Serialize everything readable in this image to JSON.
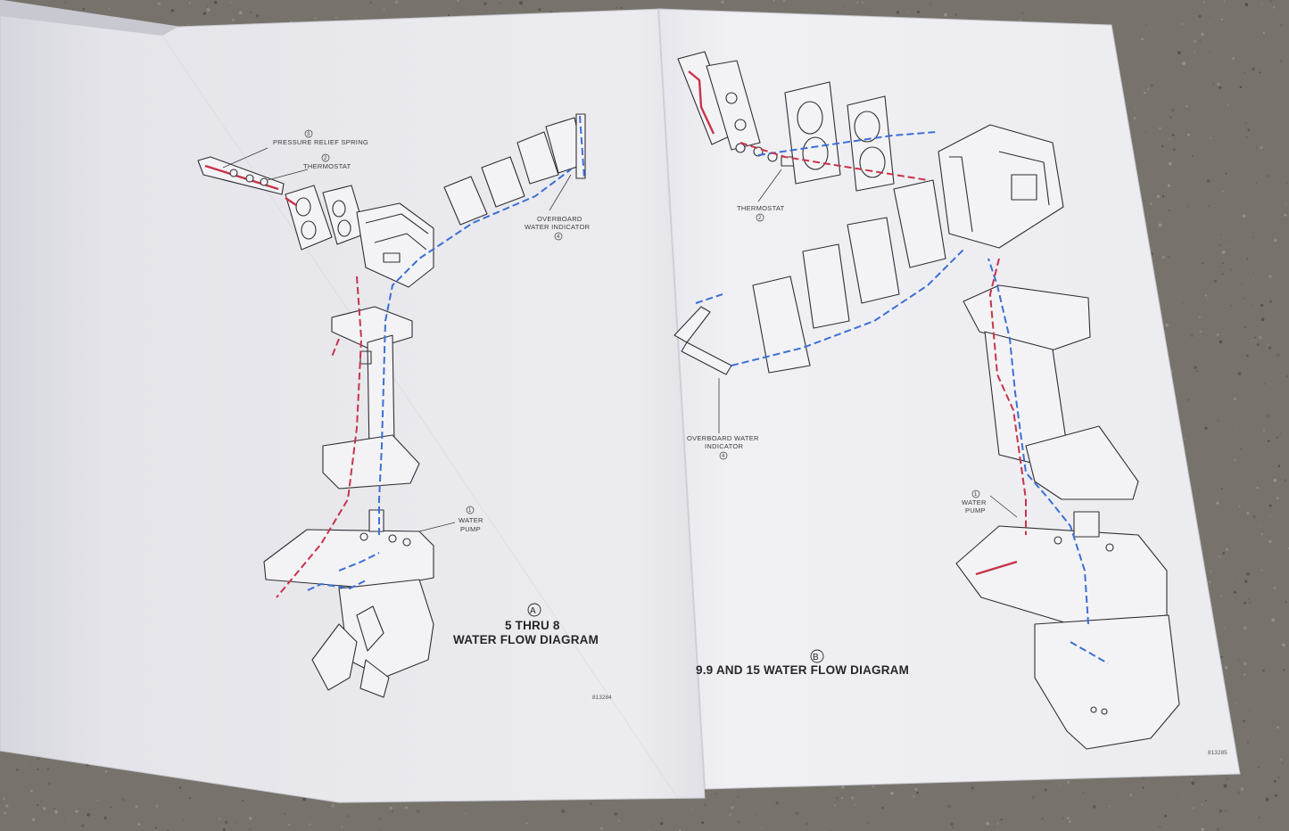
{
  "left_sheet": {
    "title_letter": "A",
    "title_line1": "5 THRU 8",
    "title_line2": "WATER FLOW DIAGRAM",
    "part_number": "813284",
    "labels": {
      "pressure_relief_number": "3",
      "pressure_relief": "PRESSURE RELIEF SPRING",
      "thermostat_number": "2",
      "thermostat": "THERMOSTAT",
      "overboard_line1": "OVERBOARD",
      "overboard_line2": "WATER INDICATOR",
      "overboard_number": "4",
      "water_pump_number": "1",
      "water_pump_line1": "WATER",
      "water_pump_line2": "PUMP"
    }
  },
  "right_sheet": {
    "title_letter": "B",
    "title": "9.9 AND 15 WATER FLOW DIAGRAM",
    "part_number": "813285",
    "labels": {
      "thermostat": "THERMOSTAT",
      "thermostat_number": "2",
      "overboard_line1": "OVERBOARD WATER",
      "overboard_line2": "INDICATOR",
      "overboard_number": "4",
      "water_pump_number": "1",
      "water_pump_line1": "WATER",
      "water_pump_line2": "PUMP"
    }
  },
  "colors": {
    "carpet": "#77736c",
    "paper": "#eeeef2",
    "cool_water": "#3c6fd6",
    "hot_water": "#c8344a",
    "ink": "#2f2f36"
  }
}
